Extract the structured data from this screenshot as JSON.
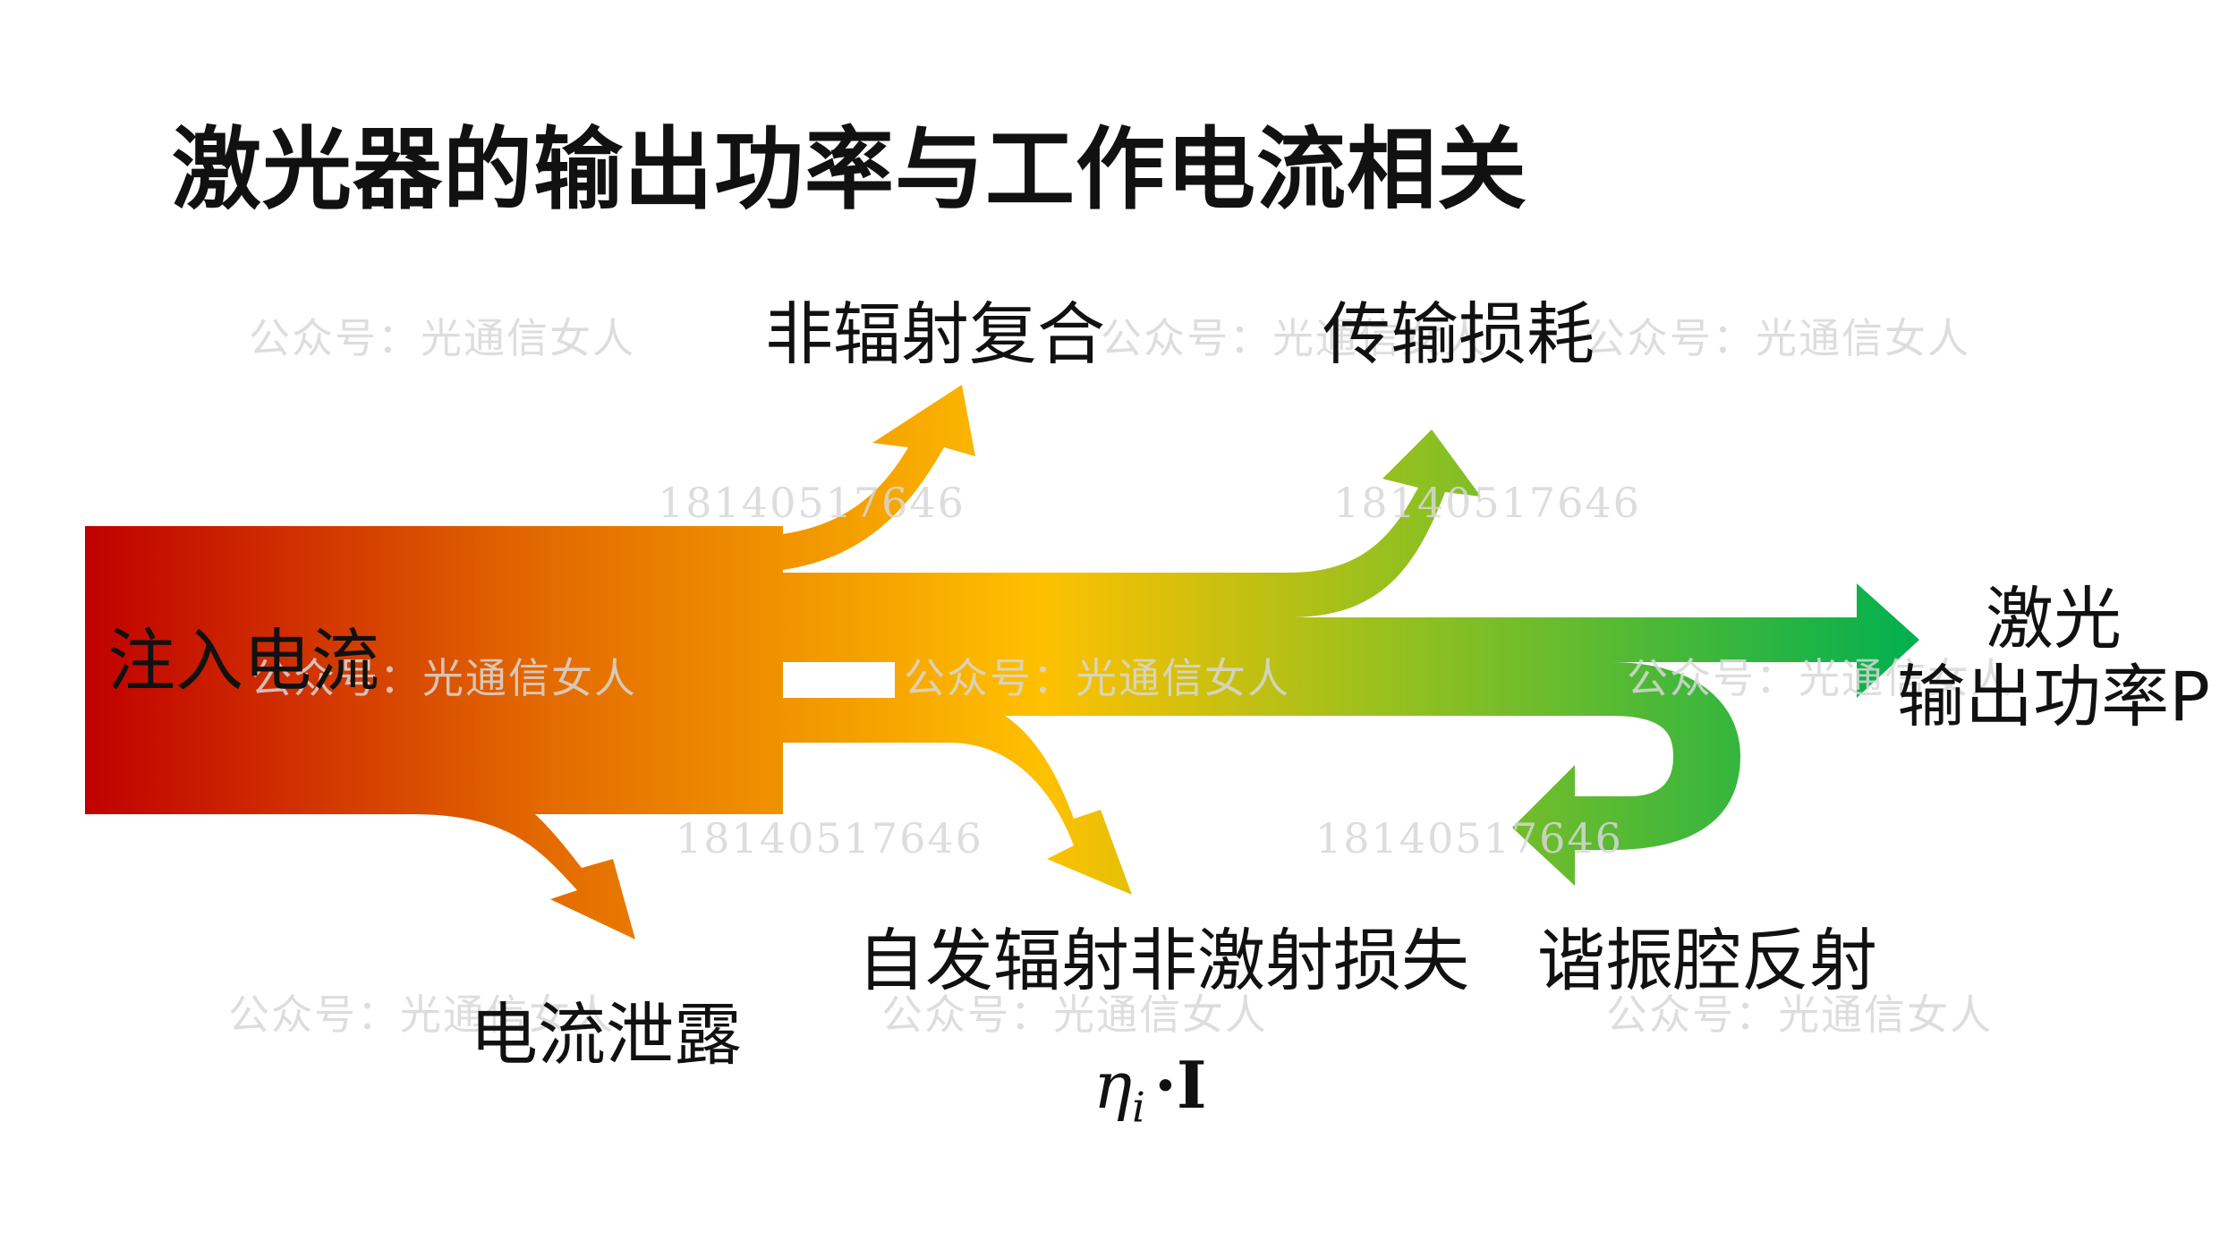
{
  "title": "激光器的输出功率与工作电流相关",
  "labels": {
    "input": "注入电流",
    "nonrad": "非辐射复合",
    "transport": "传输损耗",
    "output_line1": "激光",
    "output_line2": "输出功率P",
    "spontaneous": "自发辐射非激射损失",
    "cavity": "谐振腔反射",
    "leakage": "电流泄露"
  },
  "formula": {
    "symbol": "η",
    "subscript": "i",
    "suffix": "·I"
  },
  "watermarks": {
    "account": "公众号：光通信女人",
    "phone": "18140517646"
  },
  "colors": {
    "start": "#c00000",
    "orange": "#f08c00",
    "yellow": "#ffc000",
    "green": "#00b050"
  }
}
